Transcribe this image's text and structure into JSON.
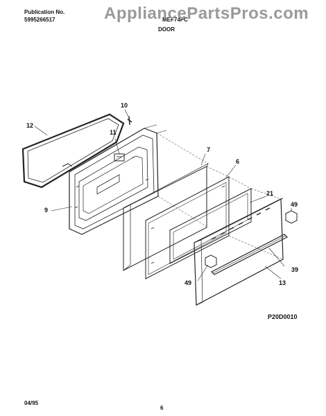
{
  "header": {
    "publication_label": "Publication No.",
    "publication_number": "5995266517",
    "model": "MEF74PC",
    "section": "DOOR",
    "watermark": "AppliancePartsPros.com"
  },
  "callouts": [
    "10",
    "12",
    "11",
    "7",
    "6",
    "21",
    "9",
    "49",
    "39",
    "49",
    "13"
  ],
  "diagram_code": "P20D0010",
  "footer": {
    "date": "04/95",
    "page": "6"
  }
}
